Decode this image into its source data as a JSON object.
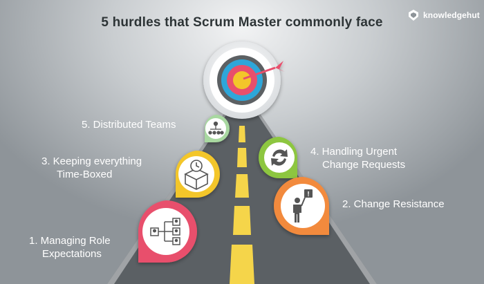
{
  "title": "5 hurdles that Scrum Master commonly face",
  "brand": {
    "name": "knowledgehut",
    "logo_icon": "shield-logo-icon"
  },
  "colors": {
    "pin_red": "#e8506c",
    "pin_orange": "#f28a3c",
    "pin_yellow": "#f3c62a",
    "pin_green": "#8dc63f",
    "pin_mint": "#a8d8a0",
    "road": "#5a5f63",
    "road_lines": "#f5d54a"
  },
  "hurdles": [
    {
      "number": "5.",
      "line1": "5. Distributed Teams",
      "line2": "",
      "icon": "org-chart-icon"
    },
    {
      "number": "3.",
      "line1": "3. Keeping everything",
      "line2": "Time-Boxed",
      "icon": "clock-box-icon"
    },
    {
      "number": "4.",
      "line1": "4. Handling Urgent",
      "line2": "Change Requests",
      "icon": "refresh-arrows-icon"
    },
    {
      "number": "2.",
      "line1": "2. Change Resistance",
      "line2": "",
      "icon": "person-sign-icon"
    },
    {
      "number": "1.",
      "line1": "1. Managing Role",
      "line2": "Expectations",
      "icon": "role-mapping-icon"
    }
  ],
  "goal_icon": "target-dart-icon"
}
